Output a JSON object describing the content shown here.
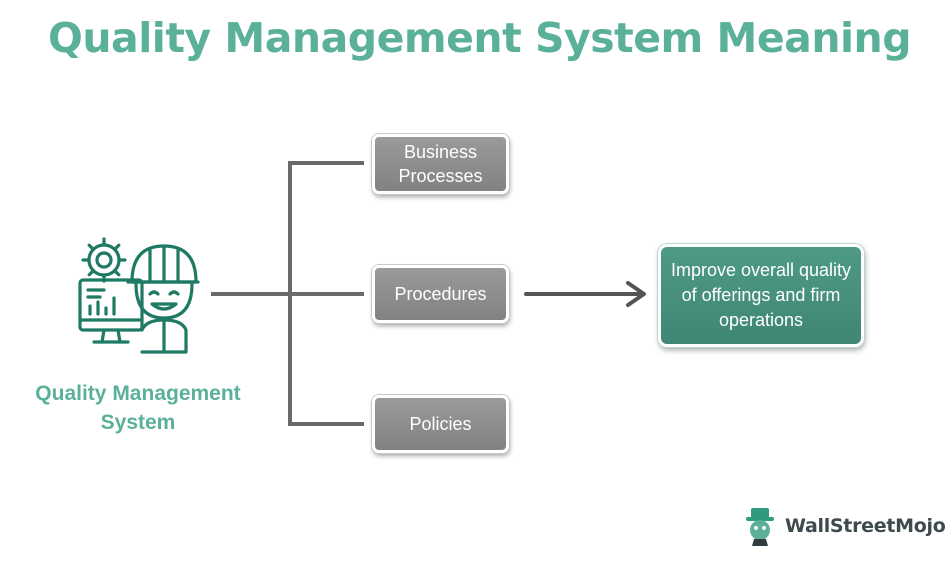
{
  "title": "Quality Management System Meaning",
  "source": {
    "label_line1": "Quality Management",
    "label_line2": "System",
    "icon": "engineer-computer-gear-icon"
  },
  "components": [
    {
      "line1": "Business",
      "line2": "Processes"
    },
    {
      "line1": "Procedures"
    },
    {
      "line1": "Policies"
    }
  ],
  "outcome": {
    "line1": "Improve overall",
    "line2": "quality of offerings",
    "line3": "and firm operations"
  },
  "brand": {
    "name": "WallStreetMojo",
    "icon": "mojo-mascot-icon"
  },
  "colors": {
    "accent": "#5bb09a",
    "outcome_box": "#448c79",
    "component_box": "#8d8d8d",
    "connector": "#6a6a6a",
    "arrow": "#555555"
  }
}
